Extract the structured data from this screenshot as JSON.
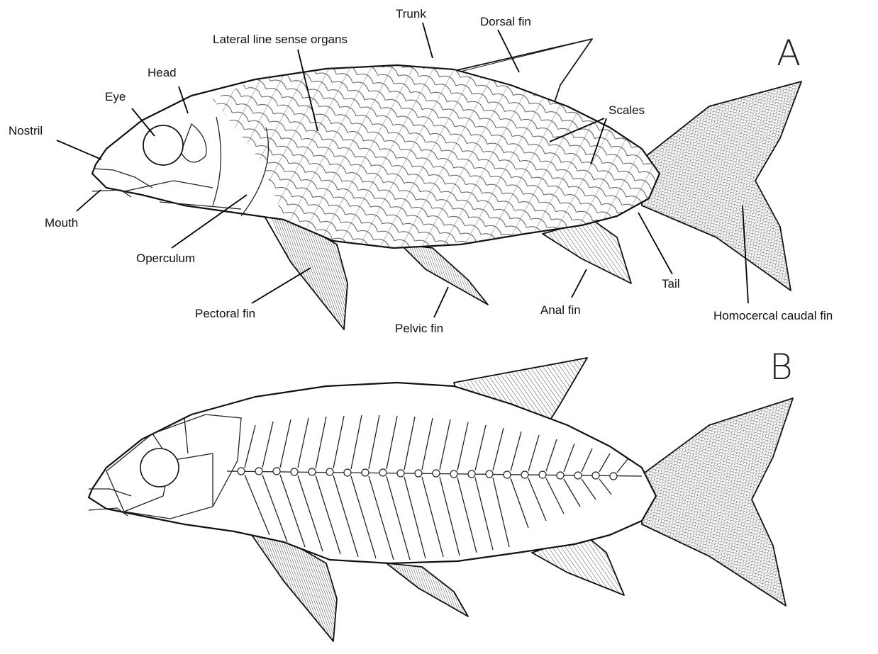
{
  "panels": {
    "a": "A",
    "b": "B"
  },
  "labels": {
    "trunk": "Trunk",
    "dorsal_fin": "Dorsal fin",
    "lateral_line": "Lateral line sense organs",
    "head": "Head",
    "eye": "Eye",
    "nostril": "Nostril",
    "scales": "Scales",
    "mouth": "Mouth",
    "operculum": "Operculum",
    "pectoral_fin": "Pectoral fin",
    "pelvic_fin": "Pelvic fin",
    "anal_fin": "Anal fin",
    "tail": "Tail",
    "caudal_fin": "Homocercal caudal fin"
  }
}
